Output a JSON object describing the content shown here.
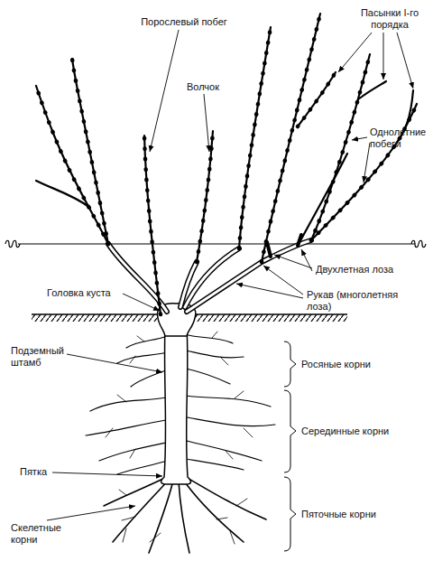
{
  "diagram": {
    "labels": [
      "Порослевый побег",
      "Волчок",
      "Пасынки I-го порядка",
      "Однолетние побеги",
      "Двухлетная лоза",
      "Рукав (многолетняя лоза)",
      "Головка куста",
      "Подземный штамб",
      "Росяные корни",
      "Серединные корни",
      "Пятка",
      "Пяточные корни",
      "Скелетные корни"
    ]
  }
}
